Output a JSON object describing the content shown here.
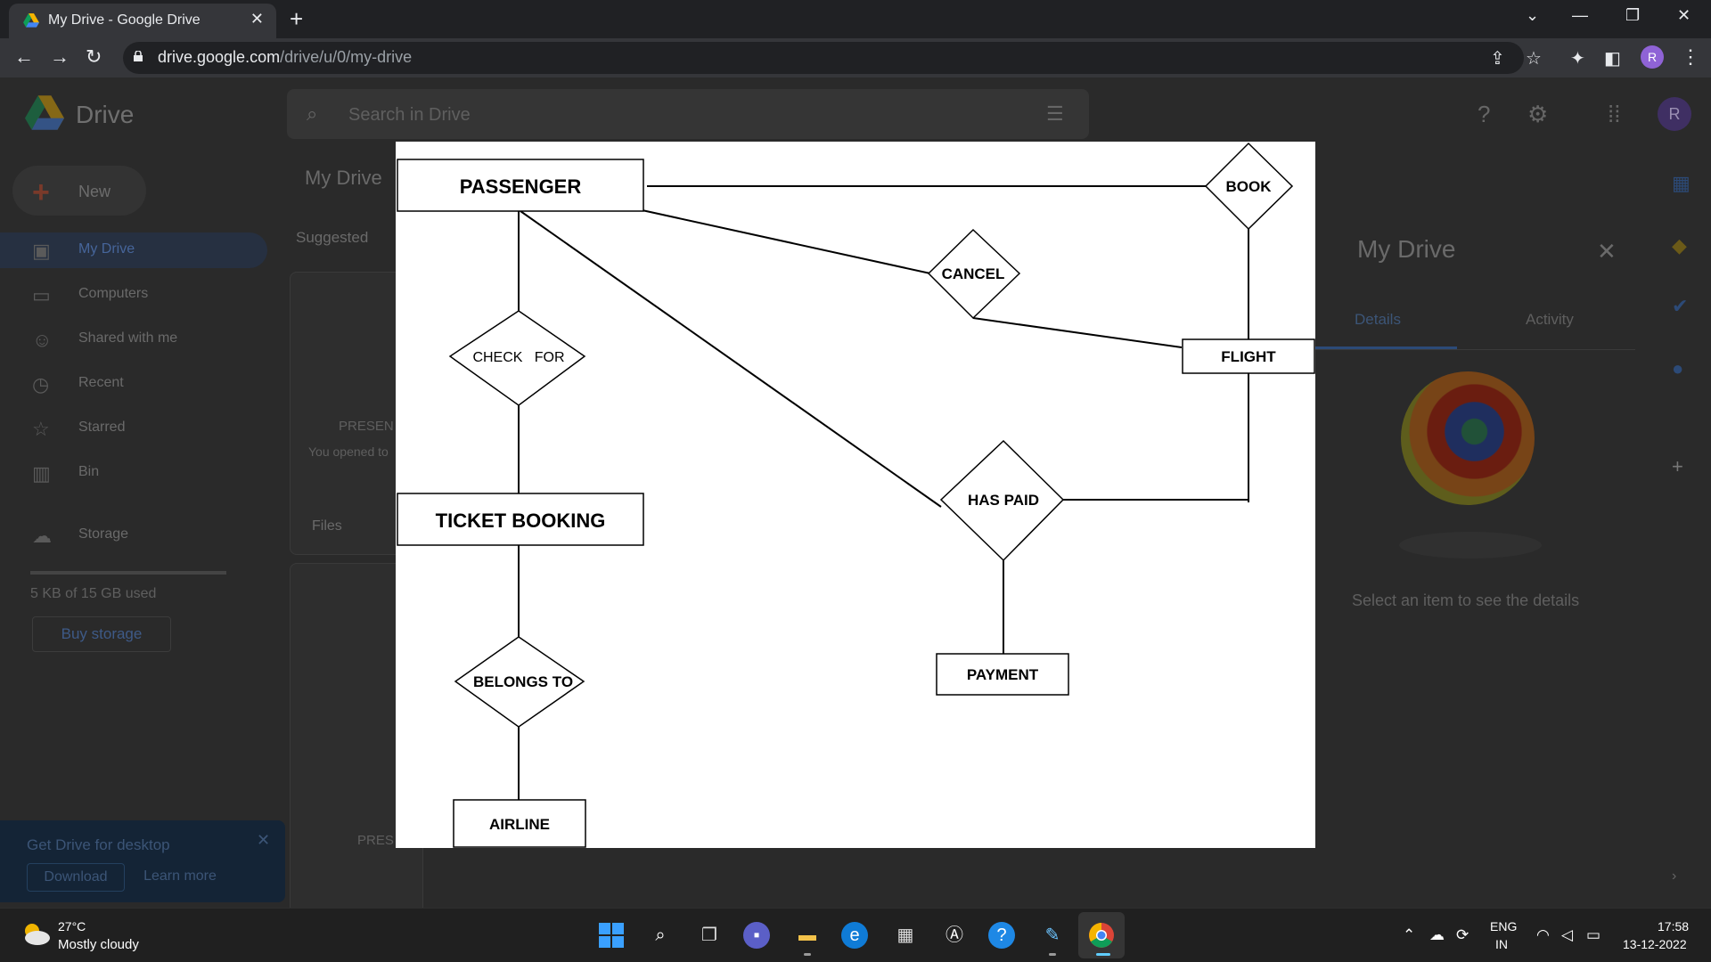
{
  "browser": {
    "tab_title": "My Drive - Google Drive",
    "close_glyph": "✕",
    "newtab_glyph": "+",
    "url_host": "drive.google.com",
    "url_path": "/drive/u/0/my-drive",
    "profile_initial": "R",
    "window_controls": [
      "⌄",
      "—",
      "❐",
      "✕"
    ]
  },
  "drive": {
    "app_name": "Drive",
    "search_placeholder": "Search in Drive",
    "avatar_initial": "R",
    "new_label": "New",
    "nav": [
      {
        "label": "My Drive",
        "icon": "my-drive-icon"
      },
      {
        "label": "Computers",
        "icon": "computers-icon"
      },
      {
        "label": "Shared with me",
        "icon": "shared-icon"
      },
      {
        "label": "Recent",
        "icon": "clock-icon"
      },
      {
        "label": "Starred",
        "icon": "star-icon"
      },
      {
        "label": "Bin",
        "icon": "bin-icon"
      }
    ],
    "storage_label": "Storage",
    "storage_text": "5 KB of 15 GB used",
    "buy_storage": "Buy storage",
    "content_title": "My Drive",
    "suggested": "Suggested",
    "files_header": "Files",
    "suggested_file": "PRESEN",
    "suggested_opened": "You opened to",
    "file_name": "PRES",
    "promo": {
      "title": "Get Drive for desktop",
      "download": "Download",
      "learn_more": "Learn more"
    },
    "details_panel": {
      "title": "My Drive",
      "tab_details": "Details",
      "tab_activity": "Activity",
      "message": "Select an item to see the details"
    }
  },
  "diagram": {
    "entities": {
      "passenger": "PASSENGER",
      "ticket_booking": "TICKET BOOKING",
      "airline": "AIRLINE",
      "flight": "FLIGHT",
      "payment": "PAYMENT"
    },
    "relationships": {
      "book": "BOOK",
      "cancel": "CANCEL",
      "check_for": "CHECK   FOR",
      "has_paid": "HAS PAID",
      "belongs_to": "BELONGS TO"
    }
  },
  "taskbar": {
    "temperature": "27°C",
    "weather": "Mostly cloudy",
    "lang1": "ENG",
    "lang2": "IN",
    "time": "17:58",
    "date": "13-12-2022"
  },
  "colors": {
    "drive_blue": "#4285f4",
    "drive_green": "#0f9d58",
    "drive_yellow": "#f4b400",
    "profile_purple": "#8f63d6"
  }
}
